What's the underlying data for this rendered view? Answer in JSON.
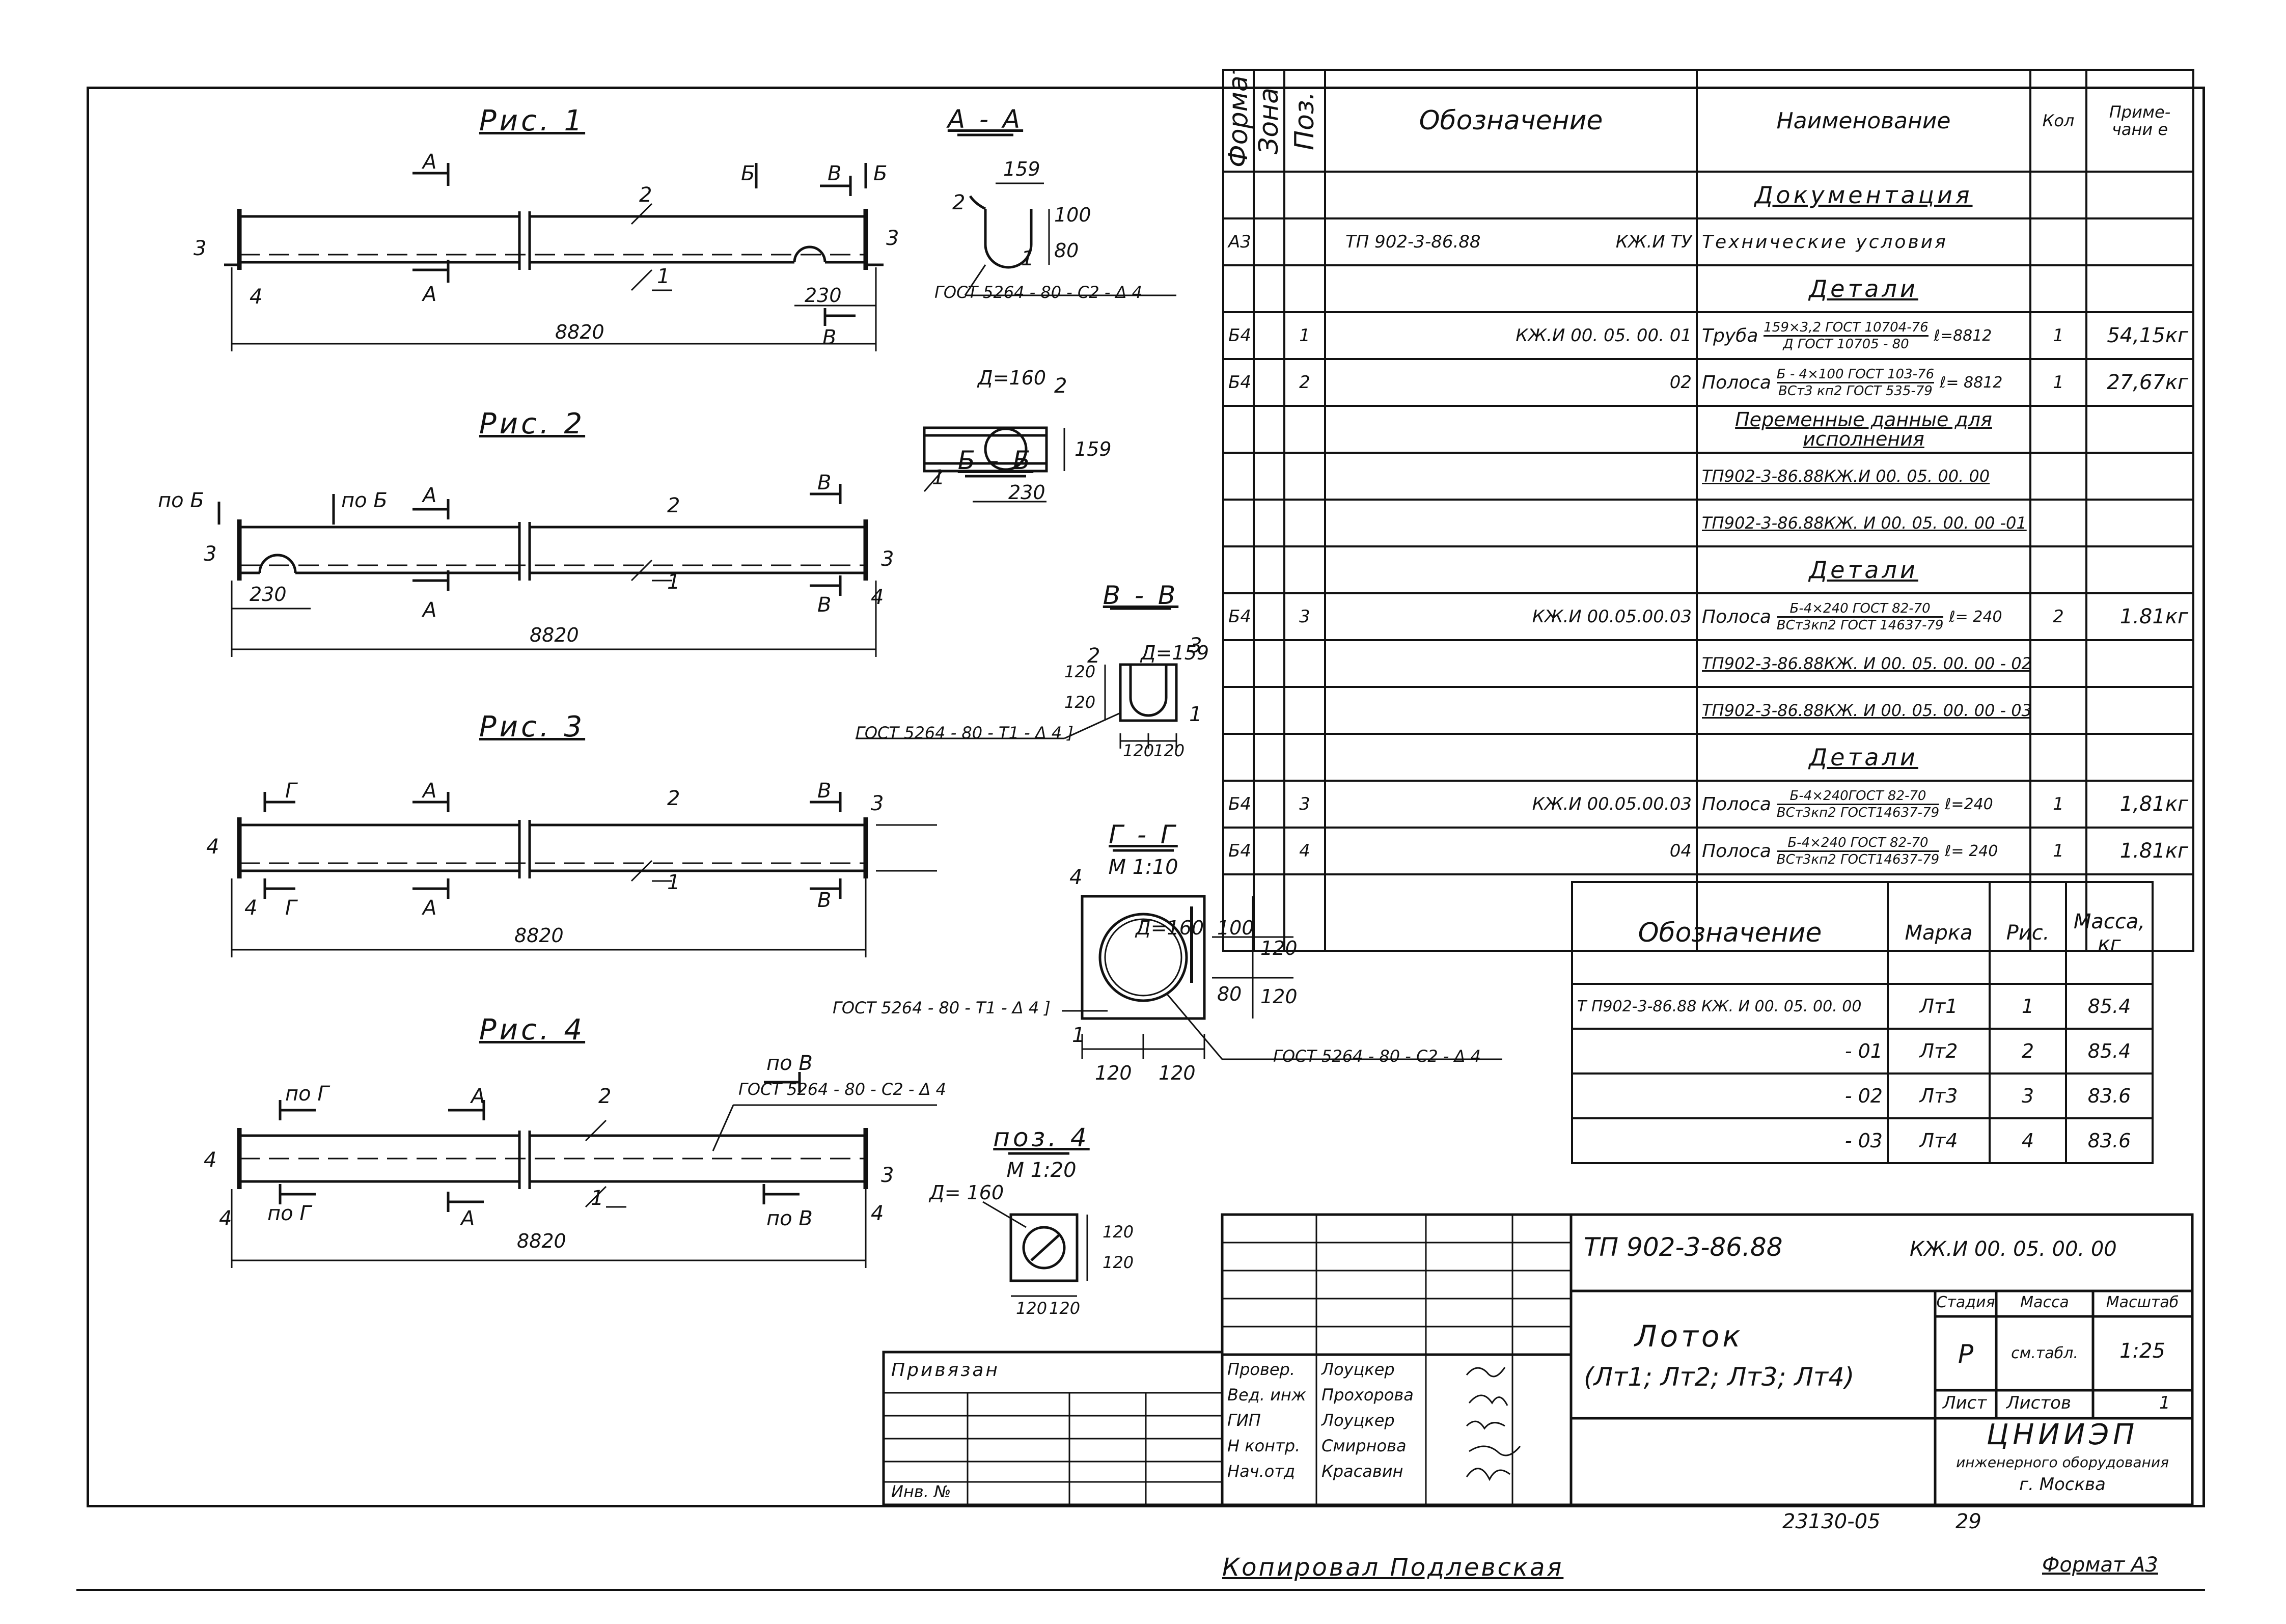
{
  "figures": {
    "fig1": {
      "title": "Рис. 1",
      "total": "8820",
      "cut": "230",
      "sec_a": "А",
      "sec_b": "Б",
      "sec_v": "В",
      "pos2": "2",
      "pos1": "1",
      "pos3": "3",
      "pos4": "4"
    },
    "fig2": {
      "title": "Рис. 2",
      "total": "8820",
      "cut": "230",
      "po_b": "по Б",
      "sec_a": "А",
      "sec_v": "В",
      "pos2": "2",
      "pos1": "1",
      "pos3": "3",
      "pos4": "4"
    },
    "fig3": {
      "title": "Рис. 3",
      "total": "8820",
      "sec_g": "Г",
      "sec_a": "А",
      "sec_v": "В",
      "pos2": "2",
      "pos1": "1",
      "pos3": "3",
      "pos4": "4"
    },
    "fig4": {
      "title": "Рис. 4",
      "total": "8820",
      "po_g": "по Г",
      "po_v": "по В",
      "sec_a": "А",
      "gost": "ГОСТ 5264 - 80 - С2 - Δ 4",
      "pos2": "2",
      "pos1": "1",
      "pos3": "3",
      "pos4": "4"
    }
  },
  "sections": {
    "aa": {
      "title": "А - А",
      "d159": "159",
      "d100": "100",
      "d80": "80",
      "pos2": "2",
      "pos1": "1",
      "gost": "ГОСТ 5264 - 80 - С2 - Δ 4"
    },
    "bb": {
      "title": "Б - Б",
      "d160": "Д=160",
      "d159": "159",
      "d230": "230",
      "pos2": "2",
      "pos1": "1"
    },
    "vv": {
      "title": "В - В",
      "d159": "Д=159",
      "d120a": "120",
      "d120b": "120",
      "d120c": "120",
      "d120d": "120",
      "pos2": "2",
      "pos3": "3",
      "pos1": "1",
      "gost": "ГОСТ 5264 - 80 - Т1 - Δ 4 ]"
    },
    "gg": {
      "title": "Г - Г",
      "scale": "М 1:10",
      "d160": "Д=160",
      "d100": "100",
      "d80": "80",
      "d120a": "120",
      "d120b": "120",
      "d120c": "120",
      "d120d": "120",
      "pos4": "4",
      "pos1": "1",
      "gost1": "ГОСТ 5264 - 80 - Т1 - Δ 4 ]",
      "gost2": "ГОСТ 5264 - 80 - С2 - Δ 4"
    },
    "pos4": {
      "title": "поз. 4",
      "scale": "М 1:20",
      "d160": "Д= 160",
      "d120a": "120",
      "d120b": "120",
      "d120c": "120",
      "d120d": "120"
    }
  },
  "spec": {
    "headers": {
      "format": "Формат",
      "zone": "Зона",
      "pos": "Поз.",
      "designation": "Обозначение",
      "name": "Наименование",
      "qty": "Кол",
      "note": "Приме-\nчани е"
    },
    "documentation": "Документация",
    "row_tu": {
      "format": "А3",
      "designation": "ТП 902-3-86.88",
      "code": "КЖ.И  ТУ",
      "name": "Технические   условия"
    },
    "details1": "Детали",
    "row1": {
      "format": "Б4",
      "pos": "1",
      "designation": "КЖ.И  00. 05. 00. 01",
      "main": "Труба",
      "sub_top": "159×3,2 ГОСТ 10704-76",
      "sub_bot": "Д ГОСТ 10705 - 80",
      "len": "ℓ=8812",
      "qty": "1",
      "note": "54,15кг"
    },
    "row2": {
      "format": "Б4",
      "pos": "2",
      "designation": "02",
      "main": "Полоса",
      "sub_top": "Б - 4×100 ГОСТ 103-76",
      "sub_bot": "ВСт3 кп2 ГОСТ 535-79",
      "len": "ℓ= 8812",
      "qty": "1",
      "note": "27,67кг"
    },
    "variable": "Переменные данные для исполнения",
    "var1": "ТП902-3-86.88КЖ.И  00. 05. 00. 00",
    "var2": "ТП902-3-86.88КЖ. И  00. 05. 00. 00 -01",
    "details2": "Детали",
    "row3": {
      "format": "Б4",
      "pos": "3",
      "designation": "КЖ.И  00.05.00.03",
      "main": "Полоса",
      "sub_top": "Б-4×240 ГОСТ 82-70",
      "sub_bot": "ВСт3кп2 ГОСТ 14637-79",
      "len": "ℓ= 240",
      "qty": "2",
      "note": "1.81кг"
    },
    "var3": "ТП902-3-86.88КЖ. И  00. 05. 00. 00 - 02",
    "var4": "ТП902-3-86.88КЖ. И  00. 05. 00. 00 - 03",
    "details3": "Детали",
    "row4": {
      "format": "Б4",
      "pos": "3",
      "designation": "КЖ.И  00.05.00.03",
      "main": "Полоса",
      "sub_top": "Б-4×240ГОСТ 82-70",
      "sub_bot": "ВСт3кп2 ГОСТ14637-79",
      "len": "ℓ=240",
      "qty": "1",
      "note": "1,81кг"
    },
    "row5": {
      "format": "Б4",
      "pos": "4",
      "designation": "04",
      "main": "Полоса",
      "sub_top": "Б-4×240 ГОСТ 82-70",
      "sub_bot": "ВСт3кп2 ГОСТ14637-79",
      "len": "ℓ= 240",
      "qty": "1",
      "note": "1.81кг"
    }
  },
  "marks": {
    "headers": {
      "designation": "Обозначение",
      "mark": "Марка",
      "fig": "Рис.",
      "mass": "Масса,\nкг"
    },
    "rows": [
      {
        "designation": "Т П902-3-86.88  КЖ. И  00. 05. 00. 00",
        "mark": "Лт1",
        "fig": "1",
        "mass": "85.4"
      },
      {
        "designation": "- 01",
        "mark": "Лт2",
        "fig": "2",
        "mass": "85.4"
      },
      {
        "designation": "- 02",
        "mark": "Лт3",
        "fig": "3",
        "mass": "83.6"
      },
      {
        "designation": "- 03",
        "mark": "Лт4",
        "fig": "4",
        "mass": "83.6"
      }
    ]
  },
  "stamp": {
    "project": "ТП 902-3-86.88",
    "code": "КЖ.И  00. 05. 00. 00",
    "title": "Лоток",
    "subtitle": "(Лт1; Лт2; Лт3; Лт4)",
    "stage_h": "Стадия",
    "mass_h": "Масса",
    "scale_h": "Масштаб",
    "stage": "Р",
    "mass": "см.табл.",
    "scale": "1:25",
    "sheet_h": "Лист",
    "sheets_h": "Листов",
    "sheets": "1",
    "org1": "ЦНИИЭП",
    "org2": "инженерного оборудования",
    "org3": "г. Москва",
    "roles": [
      {
        "role": "Провер.",
        "name": "Лоуцкер"
      },
      {
        "role": "Вед. инж",
        "name": "Прохорова"
      },
      {
        "role": "ГИП",
        "name": "Лоуцкер"
      },
      {
        "role": "Н контр.",
        "name": "Смирнова"
      },
      {
        "role": "Нач.отд",
        "name": "Красавин"
      }
    ],
    "privyazan": "Привязан",
    "inv": "Инв. №"
  },
  "footer": {
    "number": "23130-05",
    "page": "29",
    "copied": "Копировал Подлевская",
    "format": "Формат А3"
  }
}
